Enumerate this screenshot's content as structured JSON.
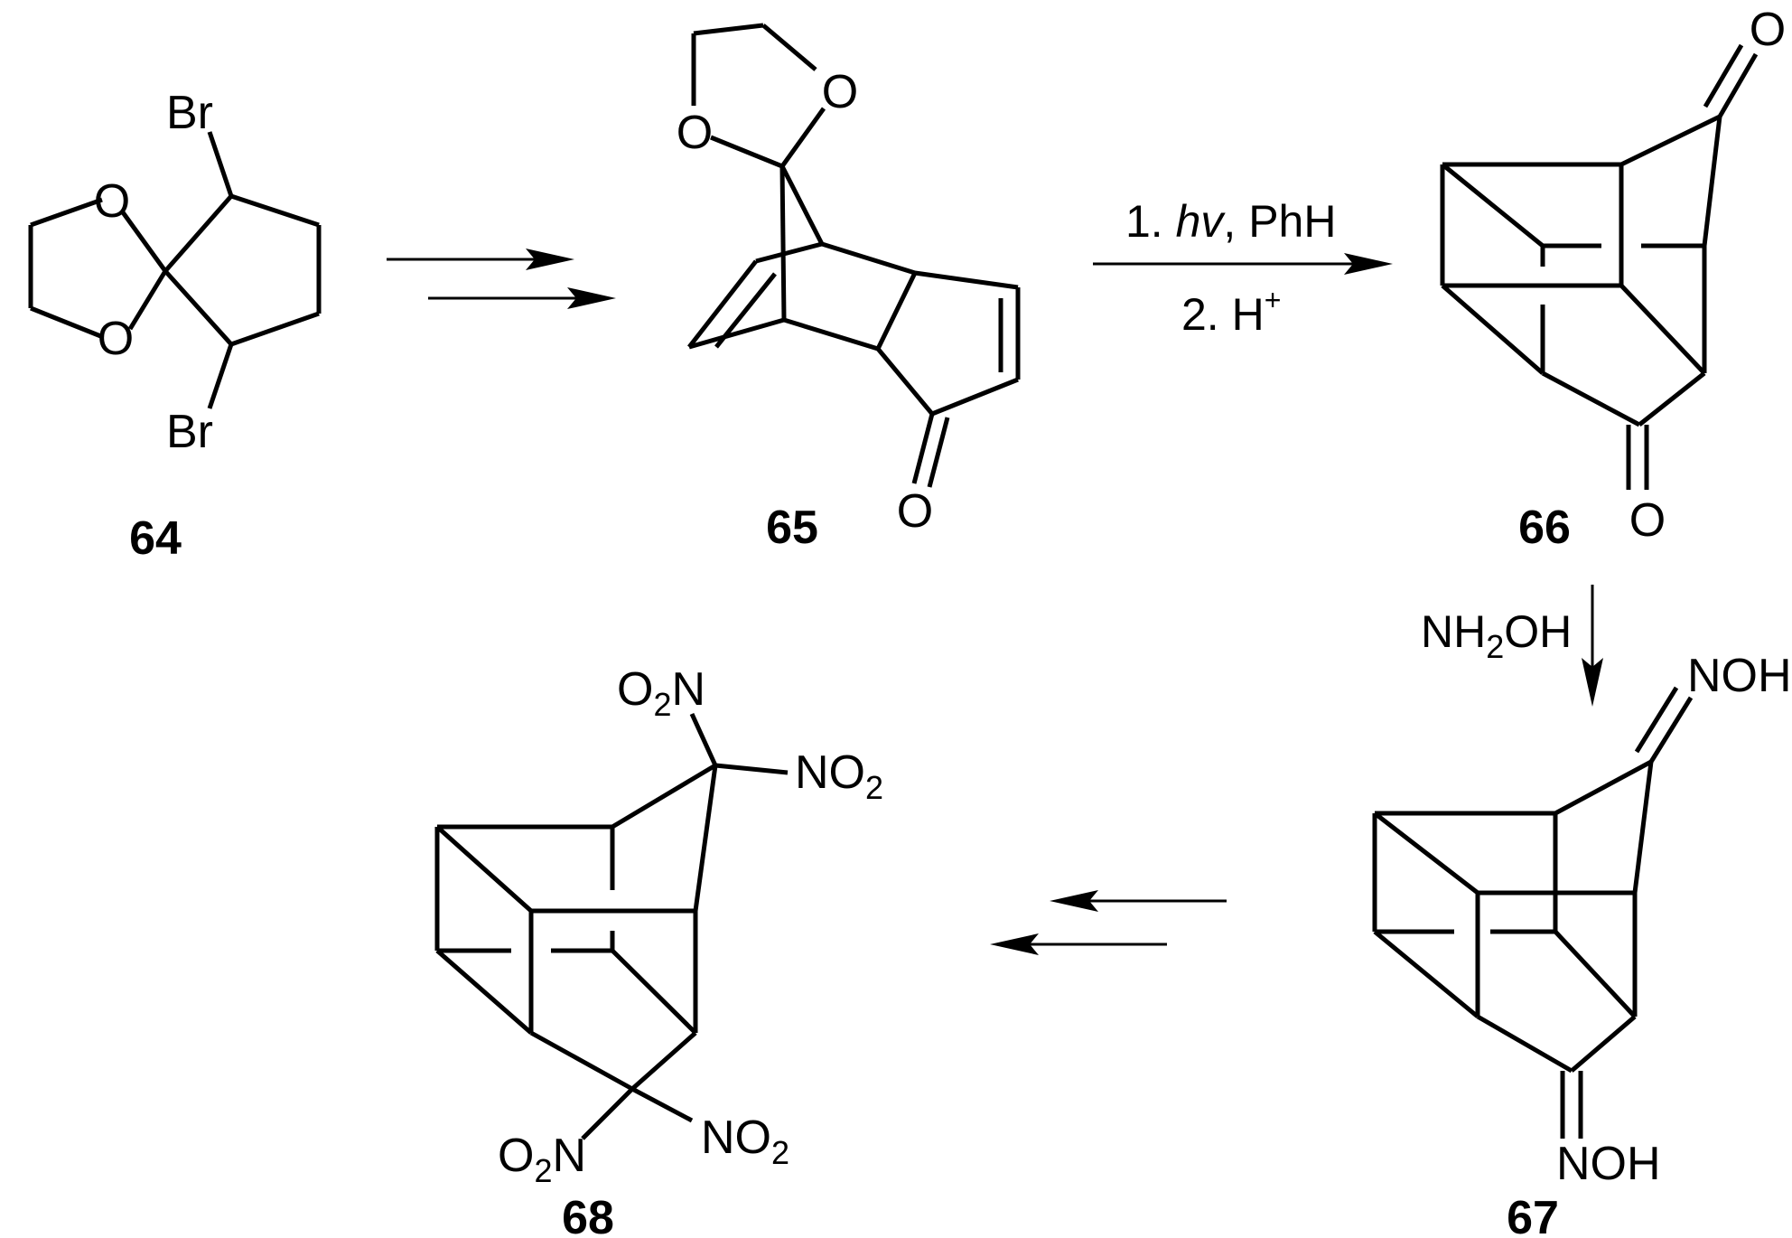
{
  "compounds": {
    "c64": {
      "label": "64",
      "atoms": {
        "br_top": "Br",
        "br_bottom": "Br",
        "o_top": "O",
        "o_bottom": "O"
      }
    },
    "c65": {
      "label": "65",
      "atoms": {
        "o_left": "O",
        "o_right": "O",
        "o_carbonyl": "O"
      }
    },
    "c66": {
      "label": "66",
      "atoms": {
        "o_top": "O",
        "o_bottom": "O"
      }
    },
    "c67": {
      "label": "67",
      "atoms": {
        "noh_top": "NOH",
        "noh_bottom": "NOH"
      }
    },
    "c68": {
      "label": "68",
      "atoms": {
        "o2n_top_o": "O",
        "o2n_top_sub": "2",
        "o2n_top_n": "N",
        "no2_top_n": "NO",
        "no2_top_sub": "2",
        "o2n_bot_o": "O",
        "o2n_bot_sub": "2",
        "o2n_bot_n": "N",
        "no2_bot_n": "NO",
        "no2_bot_sub": "2"
      }
    }
  },
  "conditions": {
    "step_65_66": {
      "line1_prefix": "1. ",
      "line1_hv": "hv",
      "line1_suffix": ", PhH",
      "line2_prefix": "2. H",
      "line2_sup": "+"
    },
    "step_66_67": {
      "reagent_main": "NH",
      "reagent_sub": "2",
      "reagent_tail": "OH"
    }
  }
}
